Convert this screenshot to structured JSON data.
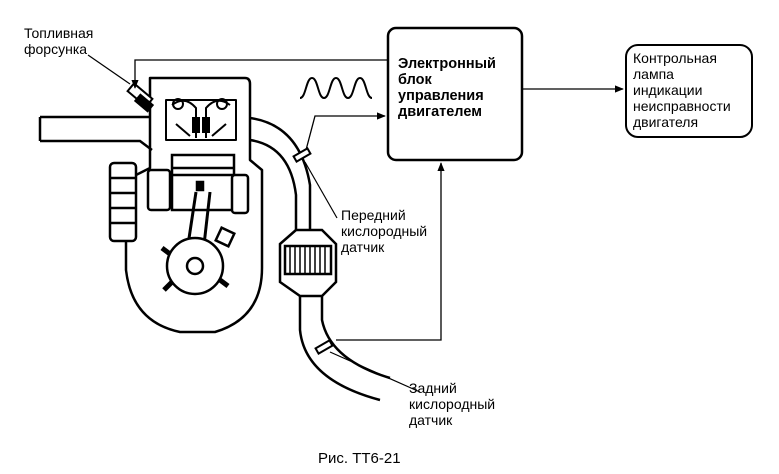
{
  "labels": {
    "injector": [
      "Топливная",
      "форсунка"
    ],
    "ecu": [
      "Электронный",
      "блок",
      "управления",
      "двигателем"
    ],
    "lamp": [
      "Контрольная",
      "лампа",
      "индикации",
      "неисправности",
      "двигателя"
    ],
    "front_sensor": [
      "Передний",
      "кислородный",
      "датчик"
    ],
    "rear_sensor": [
      "Задний",
      "кислородный",
      "датчик"
    ]
  },
  "caption": "Рис. ТТ6-21"
}
